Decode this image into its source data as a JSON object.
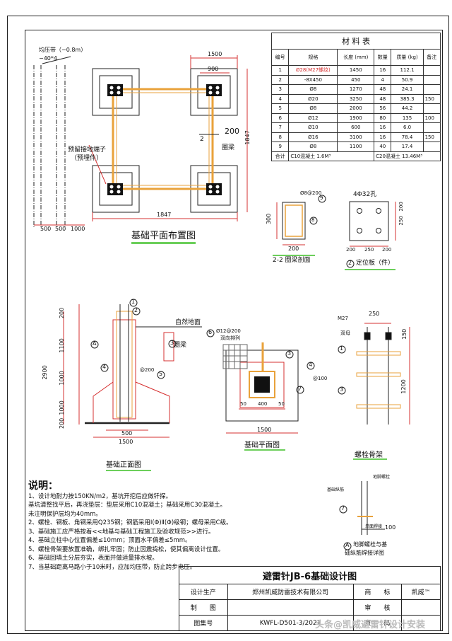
{
  "plan": {
    "title": "基础平面布置图",
    "ground_label": "均压带（−0.8m）",
    "ground_spec": "−40*4",
    "dim_top": "1500",
    "dim_inner": "900",
    "dim_side": "1847",
    "dim_bottom": "1847",
    "dim_500a": "500",
    "dim_500b": "500",
    "dim_1000": "1000",
    "dim_200": "200",
    "section_mark": "2",
    "beam_label": "圈梁",
    "terminal_label": "预留接地端子",
    "terminal_sub": "（预埋件）"
  },
  "materials": {
    "title": "材 料 表",
    "headers": [
      "编号",
      "规格",
      "长度 (mm)",
      "数量",
      "质量 (kg)",
      "备注"
    ],
    "rows": [
      [
        "1",
        "Ø28(M27螺纹)",
        "1450",
        "16",
        "112.1",
        ""
      ],
      [
        "2",
        "-8X450",
        "450",
        "4",
        "50.9",
        ""
      ],
      [
        "3",
        "Ø8",
        "1270",
        "48",
        "24.1",
        ""
      ],
      [
        "4",
        "Ø20",
        "3250",
        "48",
        "385.3",
        "150"
      ],
      [
        "5",
        "Ø8",
        "2000",
        "56",
        "44.2",
        ""
      ],
      [
        "6",
        "Ø12",
        "1900",
        "80",
        "135",
        "100"
      ],
      [
        "7",
        "Ø10",
        "600",
        "16",
        "6.0",
        ""
      ],
      [
        "8",
        "Ø16",
        "3100",
        "16",
        "78.4",
        "150"
      ],
      [
        "9",
        "Ø8",
        "1100",
        "40",
        "17.4",
        ""
      ]
    ],
    "total_label": "合计",
    "total_c10": "C10混凝土 1.6M³",
    "total_c20": "C20混凝土 13.46M³"
  },
  "section22": {
    "title": "2-2 圈梁剖面",
    "dim_300": "300",
    "dim_200": "200",
    "rebar": "Ø8@200",
    "c9": "9",
    "c8": "8"
  },
  "plate": {
    "title": "定位板（件）",
    "num": "2",
    "holes": "4Φ32孔",
    "dim_250": "250",
    "dim_200": "200",
    "dim_b1": "200",
    "dim_b2": "250",
    "dim_b3": "200"
  },
  "elevation": {
    "title": "基础正面图",
    "ground": "自然地面",
    "beam": "圈梁",
    "dim_2900": "2900",
    "dim_1100": "1100",
    "dim_1000a": "1000",
    "dim_1000b": "1000",
    "dim_200t": "200",
    "dim_200b": "200",
    "dim_500": "500",
    "dim_1500": "1500",
    "rebar": "@200",
    "c1": "1",
    "c2": "2",
    "c3": "3",
    "c4": "4",
    "c5": "5",
    "cA": "A"
  },
  "foundplan": {
    "title": "基础平面图",
    "c6": "6",
    "rebar": "Ø12@200",
    "rebar_sub": "双向排列",
    "c3": "3",
    "c4": "4",
    "c7": "7",
    "rebar2": "@100",
    "dim_50a": "50",
    "dim_400": "400",
    "dim_50b": "50",
    "dim_1500": "1500"
  },
  "bolt": {
    "title": "螺栓骨架",
    "m27": "M27",
    "nut": "双母",
    "dim_250": "250",
    "dim_150": "150",
    "dim_1200": "1200",
    "c1": "1",
    "c3": "3"
  },
  "detailA": {
    "label1": "地脚螺栓",
    "label2": "基础纵筋",
    "label3": "单面焊接",
    "label4": "100",
    "num": "7",
    "cap_a": "A",
    "caption1": "地脚螺栓与基",
    "caption2": "础纵筋焊接详图"
  },
  "notes": {
    "head": "说明：",
    "lines": [
      "1、设计地耐力按150KN/m2，基坑开挖后应做钎探。",
      "   基坑清整找平后，再浇垫层：垫层采用C10混凝土；基础采用C30混凝土。",
      "   未注明保护层均为40mm。",
      "2、螺栓、钢板、角钢采用Q235钢；钢筋采用Ⅰ(Φ)Ⅱ(Φ)级钢；螺母采用C级。",
      "3、基础施工应严格按着<<地基与基础工程施工及验收规范>>进行。",
      "4、基础立柱中心位置偏差≤10mm；顶面水平偏差≤5mm。",
      "5、螺栓骨架要放置准确，绑扎牢固；防止因震捣松，使其偏离设计位置。",
      "6、基础回填土分层夯实，表面并做适量排水坡。",
      "7、当基础距离马路小于10米时，应加均压带，防止跨步电压。"
    ]
  },
  "titleblock": {
    "title": "避雷针JB-6基础设计图",
    "design_label": "设计生产",
    "company": "郑州凯威防雷技术有限公司",
    "brand_label": "商　　标",
    "brand": "凯威™",
    "draw_label": "制　　图",
    "review_label": "审　　核",
    "no_label": "图集号",
    "no": "KWFL-D501-3/2021",
    "page_label": "页　　码"
  },
  "watermark": "头条@凯威避雷针设计安装"
}
